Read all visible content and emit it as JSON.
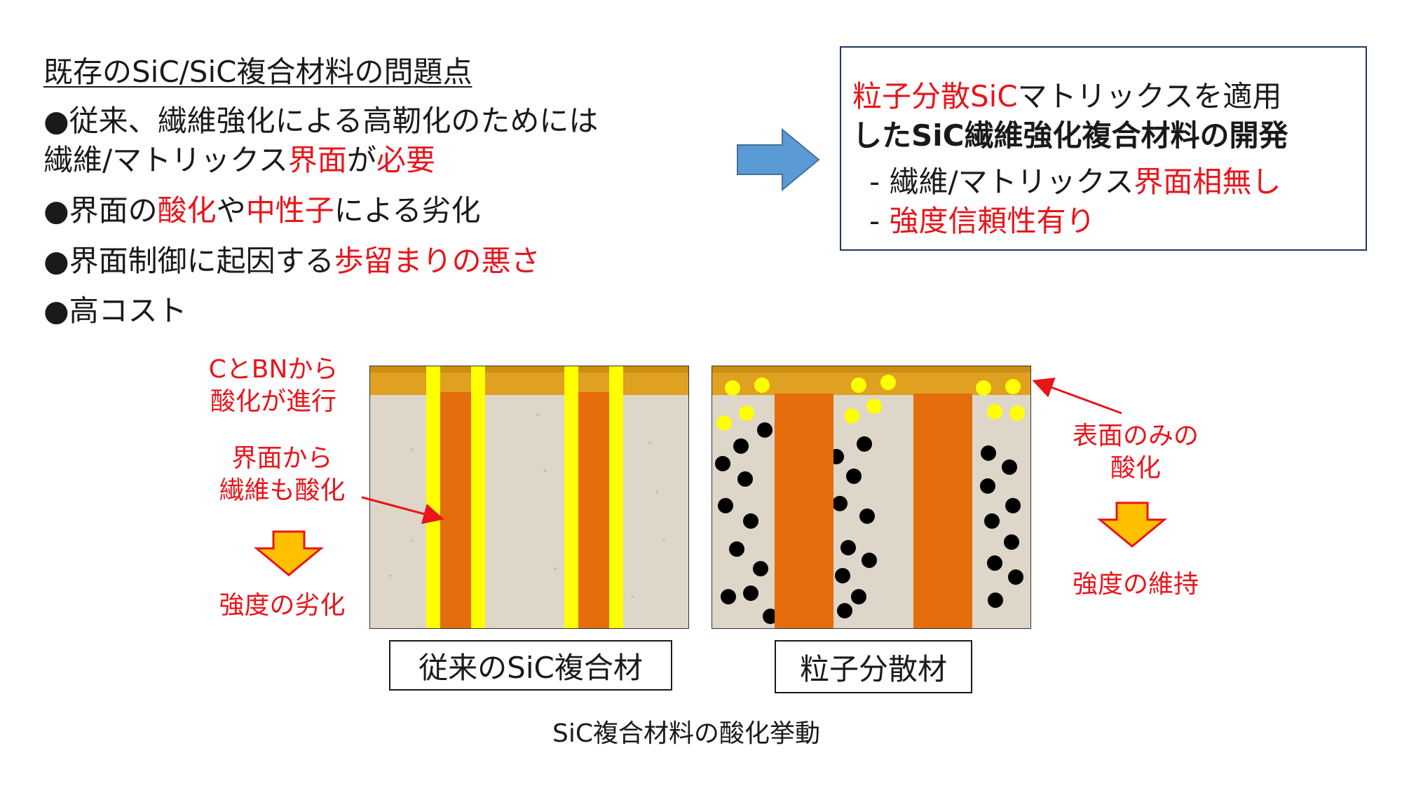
{
  "left_panel": {
    "heading": "既存のSiC/SiC複合材料の問題点",
    "bullet1_line1": "●従来、繊維強化による高靭化のためには",
    "bullet1_line2_a": "繊維/マトリックス",
    "bullet1_line2_b": "界面",
    "bullet1_line2_c": "が",
    "bullet1_line2_d": "必要",
    "bullet2_a": "●界面の",
    "bullet2_b": "酸化",
    "bullet2_c": "や",
    "bullet2_d": "中性子",
    "bullet2_e": "による劣化",
    "bullet3_a": "●界面制御に起因する",
    "bullet3_b": "歩留まりの悪さ",
    "bullet4": "●高コスト"
  },
  "conclusion": {
    "line1_a": "粒子分散SiC",
    "line1_b": "マトリックスを適用",
    "line2": "したSiC繊維強化複合材料の開発",
    "sub1_a": "- 繊維/マトリックス",
    "sub1_b": "界面相無し",
    "sub2_a": "- ",
    "sub2_b": "強度信頼性有り"
  },
  "figure": {
    "left_note1_line1": "CとBNから",
    "left_note1_line2": "酸化が進行",
    "left_note2_line1": "界面から",
    "left_note2_line2": "繊維も酸化",
    "left_result": "強度の劣化",
    "right_note_line1": "表面のみの",
    "right_note_line2": "酸化",
    "right_result": "強度の維持",
    "label_conventional": "従来のSiC複合材",
    "label_particle": "粒子分散材",
    "caption": "SiC複合材料の酸化挙動"
  },
  "colors": {
    "accent_red": "#e8151b",
    "arrow_blue": "#5b9bd5",
    "fiber_orange": "#e46c0a",
    "interface_yellow": "#ffff00",
    "oxide_gold": "#e0a020",
    "matrix_beige": "#ddd6c9"
  }
}
